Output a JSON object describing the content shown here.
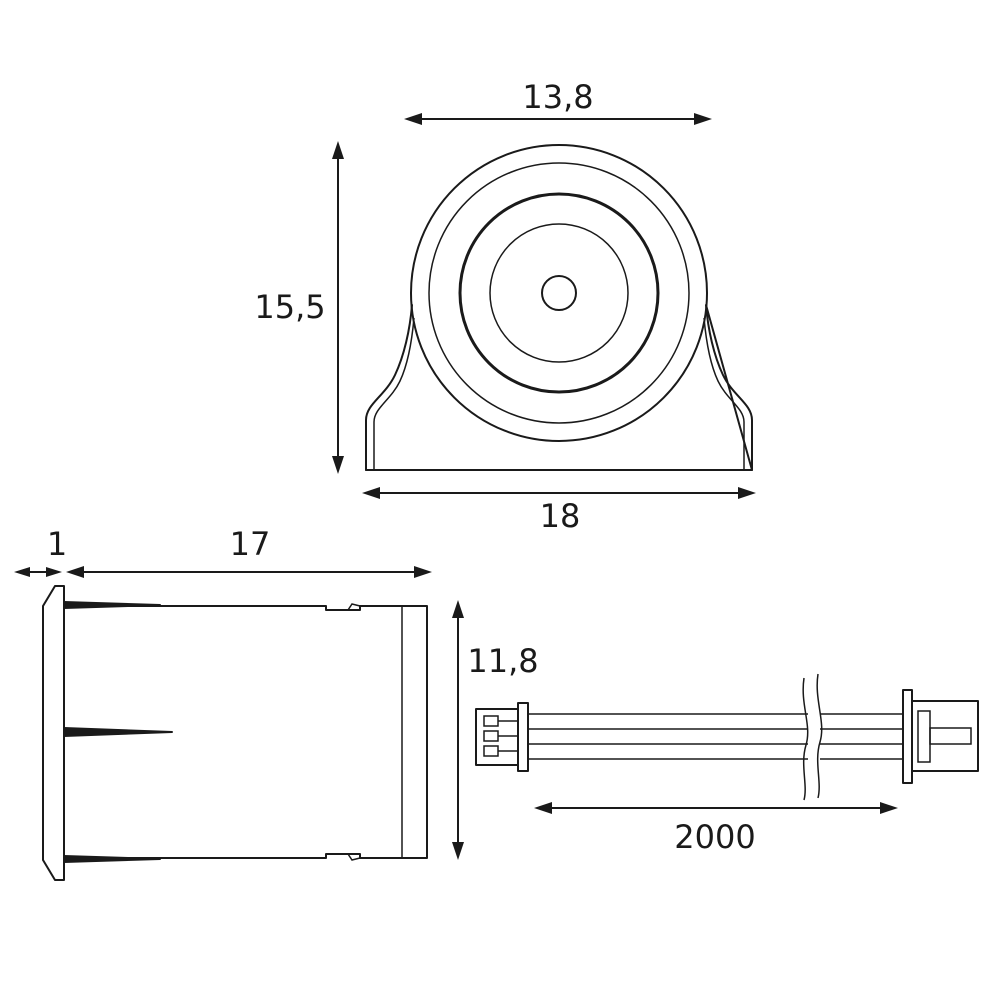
{
  "dimensions": {
    "front_width": "13,8",
    "front_height": "15,5",
    "base_width": "18",
    "flange_thickness": "1",
    "body_length": "17",
    "side_height": "11,8",
    "cable_length": "2000"
  }
}
